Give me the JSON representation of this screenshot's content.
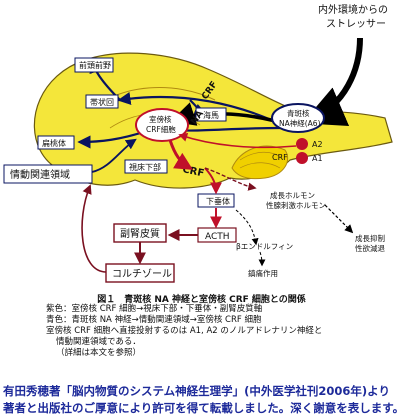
{
  "diagram": {
    "stressor": "内外環境からの\nストレッサー",
    "regions": {
      "prefrontal": "前頭前野",
      "cingulate": "帯状回",
      "hippocampus": "海馬",
      "amygdala": "扁桃体",
      "hypothalamus": "視床下部",
      "pituitary": "下垂体",
      "emotion": "情動関連領域"
    },
    "nuclei": {
      "pvn": "室傍核\nCRF細胞",
      "lc": "青斑核\nNA神経(A6)"
    },
    "labels": {
      "na_path": "NA",
      "crf_path": "CRF",
      "crf_small": "CRF",
      "a1": "A1",
      "a2": "A2",
      "hormones": "成長ホルモン\n性腺刺激ホルモン",
      "growth": "成長抑制\n性欲減退",
      "endorphin": "βエンドルフィン",
      "analgesia": "鎮痛作用",
      "acth": "ACTH",
      "adrenal": "副腎皮質",
      "cortisol": "コルチゾール"
    }
  },
  "caption": {
    "title": "図１　青斑核 NA 神経と室傍核 CRF 細胞との関係",
    "lines": [
      "紫色：室傍核 CRF 細胞→視床下部・下垂体・副腎皮質軸",
      "青色：青斑核 NA 神経→情動関連領域→室傍核 CRF 細胞",
      "室傍核 CRF 細胞へ直接投射するのは A1, A2 のノルアドレナリン神経と",
      "情動関連領域である．",
      "（詳細は本文を参照）"
    ]
  },
  "credit": [
    "有田秀穂著「脳内物質のシステム神経生理学」(中外医学社刊2006年)より",
    "著者と出版社のご厚意により許可を得て転載しました。深く謝意を表します。"
  ],
  "colors": {
    "brain": "#f4e63a",
    "navy": "#0a1460",
    "red": "#c0102a",
    "maroon": "#7a1020",
    "credit": "#1d2a9a"
  }
}
